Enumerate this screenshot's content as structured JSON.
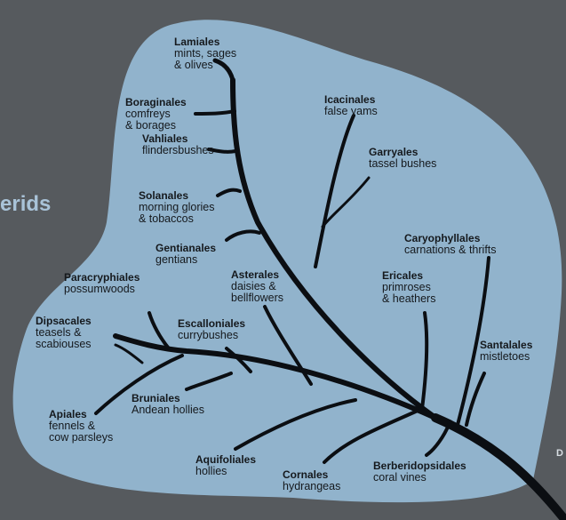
{
  "side_label": "erids",
  "corner_text": "D",
  "colors": {
    "background": "#565a5e",
    "blob": "#91b3cc",
    "branch": "#0b0e12",
    "side_label": "#a9c3d8"
  },
  "orders": [
    {
      "id": "lamiales",
      "name": "Lamiales",
      "common": "mints, sages\n& olives"
    },
    {
      "id": "boraginales",
      "name": "Boraginales",
      "common": "comfreys\n& borages"
    },
    {
      "id": "vahliales",
      "name": "Vahliales",
      "common": "flindersbushes"
    },
    {
      "id": "solanales",
      "name": "Solanales",
      "common": "morning glories\n& tobaccos"
    },
    {
      "id": "gentianales",
      "name": "Gentianales",
      "common": "gentians"
    },
    {
      "id": "icacinales",
      "name": "Icacinales",
      "common": "false yams"
    },
    {
      "id": "garryales",
      "name": "Garryales",
      "common": "tassel bushes"
    },
    {
      "id": "paracryphiales",
      "name": "Paracryphiales",
      "common": "possumwoods"
    },
    {
      "id": "asterales",
      "name": "Asterales",
      "common": "daisies &\nbellflowers"
    },
    {
      "id": "caryophyllales",
      "name": "Caryophyllales",
      "common": "carnations & thrifts"
    },
    {
      "id": "ericales",
      "name": "Ericales",
      "common": "primroses\n& heathers"
    },
    {
      "id": "dipsacales",
      "name": "Dipsacales",
      "common": "teasels &\nscabiouses"
    },
    {
      "id": "escalloniales",
      "name": "Escalloniales",
      "common": "currybushes"
    },
    {
      "id": "santalales",
      "name": "Santalales",
      "common": "mistletoes"
    },
    {
      "id": "bruniales",
      "name": "Bruniales",
      "common": "Andean hollies"
    },
    {
      "id": "apiales",
      "name": "Apiales",
      "common": "fennels &\ncow parsleys"
    },
    {
      "id": "aquifoliales",
      "name": "Aquifoliales",
      "common": "hollies"
    },
    {
      "id": "cornales",
      "name": "Cornales",
      "common": "hydrangeas"
    },
    {
      "id": "berberidopsidales",
      "name": "Berberidopsidales",
      "common": "coral vines"
    }
  ]
}
